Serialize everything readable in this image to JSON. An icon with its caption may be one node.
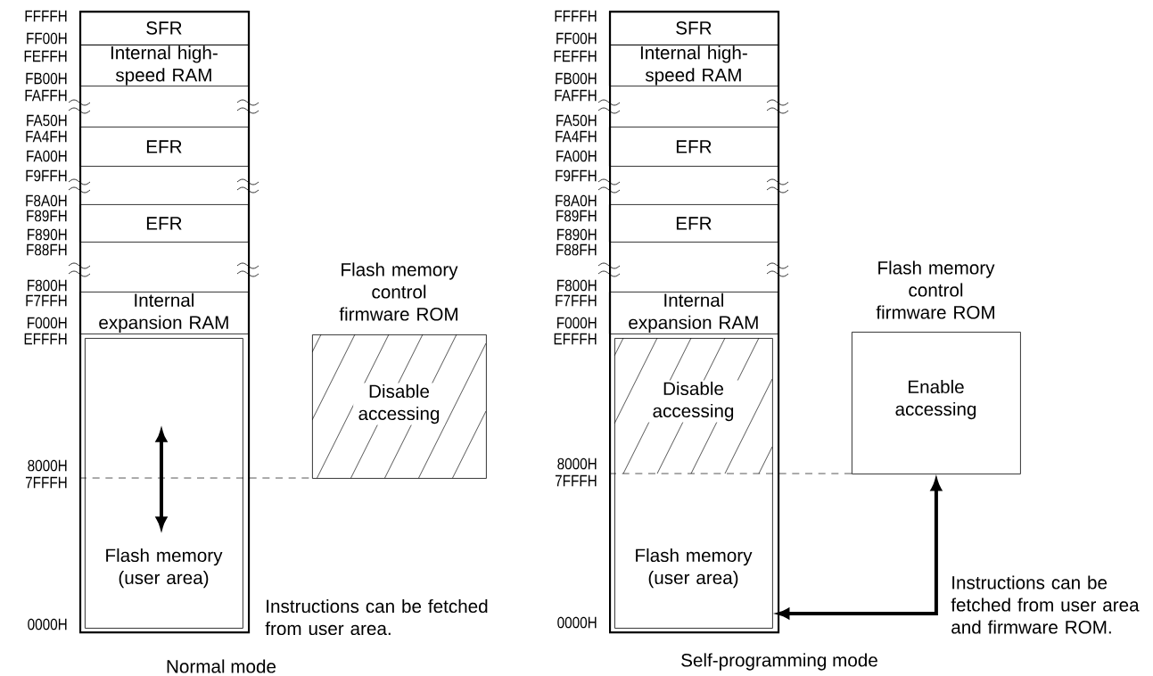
{
  "diagram": {
    "nodes": [
      {
        "text": [],
        "shape": "box"
      },
      {
        "text": [
          "SFR"
        ],
        "in": 0
      },
      {
        "text": [
          "Internal high-speed RAM"
        ],
        "in": 0
      },
      {
        "text": [
          "EFR"
        ],
        "in": 0
      },
      {
        "text": [
          "EFR"
        ],
        "in": 0
      },
      {
        "text": [
          "Internal expansion RAM"
        ],
        "in": 0
      },
      {
        "text": [
          "Flash memory (user area)"
        ],
        "in": 0
      },
      {
        "text": [
          "Flash memory control firmware ROM",
          "Disable accessing"
        ]
      },
      {
        "text": [],
        "shape": "box"
      },
      {
        "text": [
          "SFR"
        ],
        "in": 8
      },
      {
        "text": [
          "Internal high-speed RAM"
        ],
        "in": 8
      },
      {
        "text": [
          "EFR"
        ],
        "in": 8
      },
      {
        "text": [
          "EFR"
        ],
        "in": 8
      },
      {
        "text": [
          "Internal expansion RAM"
        ],
        "in": 8
      },
      {
        "text": [
          "Flash memory (user area)"
        ],
        "in": 8
      },
      {
        "text": [
          "Disable accessing"
        ],
        "in": 14
      },
      {
        "text": [
          "Flash memory control firmware ROM",
          "Enable accessing"
        ]
      }
    ],
    "edges": [
      {
        "from": 14,
        "to": 16,
        "arrow": "both"
      }
    ],
    "labels": [
      "FFFFH",
      "FF00H",
      "FEFFH",
      "FB00H",
      "FAFFH",
      "FA50H",
      "FA4FH",
      "FA00H",
      "F9FFH",
      "F8A0H",
      "F89FH",
      "F890H",
      "F88FH",
      "F800H",
      "F7FFH",
      "F000H",
      "EFFFH",
      "8000H",
      "7FFFH",
      "0000H",
      "Instructions can be fetched from user area.",
      "FFFFH",
      "FF00H",
      "FEFFH",
      "FB00H",
      "FAFFH",
      "FA50H",
      "FA4FH",
      "FA00H",
      "F9FFH",
      "F8A0H",
      "F89FH",
      "F890H",
      "F88FH",
      "F800H",
      "F7FFH",
      "F000H",
      "EFFFH",
      "8000H",
      "7FFFH",
      "0000H",
      "Instructions can be fetched from user area and firmware ROM.",
      "Normal mode",
      "Self-programming mode"
    ]
  }
}
